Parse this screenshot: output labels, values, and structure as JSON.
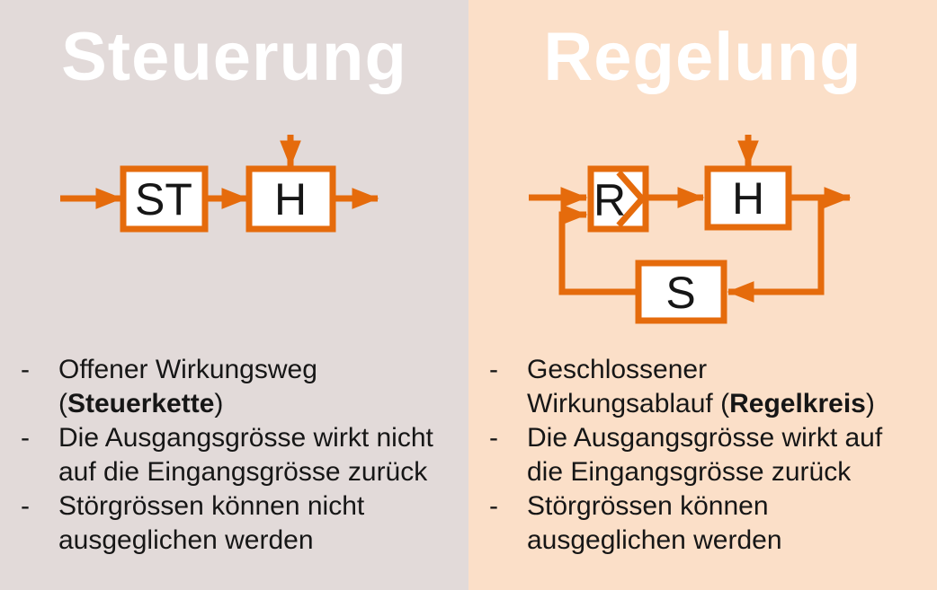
{
  "slide": {
    "bullet_marker": "-",
    "colors": {
      "accent_orange": "#e56b0c",
      "left_background": "#e2dad9",
      "right_background": "#fbdfc8",
      "title_text": "#ffffff",
      "body_text": "#161616",
      "block_fill": "#ffffff"
    },
    "left": {
      "title": "Steuerung",
      "diagram": {
        "blocks": [
          {
            "label": "ST"
          },
          {
            "label": "H"
          }
        ]
      },
      "bullets": [
        {
          "lines": [
            {
              "pre": "Offener Wirkungsweg",
              "bold": "",
              "post": ""
            },
            {
              "pre": "(",
              "bold": "Steuerkette",
              "post": ")"
            }
          ]
        },
        {
          "lines": [
            {
              "pre": "Die Ausgangsgrösse wirkt nicht",
              "bold": "",
              "post": ""
            },
            {
              "pre": "auf die Eingangsgrösse zurück",
              "bold": "",
              "post": ""
            }
          ]
        },
        {
          "lines": [
            {
              "pre": "Störgrössen können nicht",
              "bold": "",
              "post": ""
            },
            {
              "pre": "ausgeglichen werden",
              "bold": "",
              "post": ""
            }
          ]
        }
      ]
    },
    "right": {
      "title": "Regelung",
      "diagram": {
        "blocks": [
          {
            "label": "R"
          },
          {
            "label": "H"
          },
          {
            "label": "S"
          }
        ]
      },
      "bullets": [
        {
          "lines": [
            {
              "pre": "Geschlossener",
              "bold": "",
              "post": ""
            },
            {
              "pre": "Wirkungsablauf (",
              "bold": "Regelkreis",
              "post": ")"
            }
          ]
        },
        {
          "lines": [
            {
              "pre": "Die Ausgangsgrösse wirkt auf",
              "bold": "",
              "post": ""
            },
            {
              "pre": "die Eingangsgrösse zurück",
              "bold": "",
              "post": ""
            }
          ]
        },
        {
          "lines": [
            {
              "pre": "Störgrössen können",
              "bold": "",
              "post": ""
            },
            {
              "pre": "ausgeglichen werden",
              "bold": "",
              "post": ""
            }
          ]
        }
      ]
    }
  }
}
